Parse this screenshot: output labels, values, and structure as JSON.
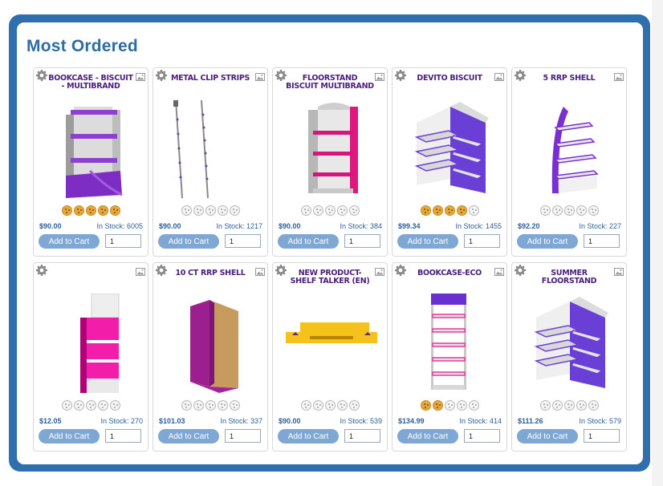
{
  "section": {
    "title": "Most Ordered"
  },
  "labels": {
    "add_to_cart": "Add to Cart",
    "in_stock_prefix": "In Stock: "
  },
  "products": [
    {
      "title": "Bookcase - Biscuit - Multibrand",
      "price": "$90.00",
      "stock": "In Stock: 6005",
      "qty": "1",
      "rating": 5,
      "art": "bookcase-purple"
    },
    {
      "title": "Metal Clip Strips",
      "price": "$90.00",
      "stock": "In Stock: 1217",
      "qty": "1",
      "rating": 0,
      "art": "clip-strips"
    },
    {
      "title": "Floorstand Biscuit Multibrand",
      "price": "$90.00",
      "stock": "In Stock: 384",
      "qty": "1",
      "rating": 0,
      "art": "floorstand-pink"
    },
    {
      "title": "Devito Biscuit",
      "price": "$99.34",
      "stock": "In Stock: 1455",
      "qty": "1",
      "rating": 4,
      "art": "gondola-purple"
    },
    {
      "title": "5 RRP Shell",
      "price": "$92.20",
      "stock": "In Stock: 227",
      "qty": "1",
      "rating": 0,
      "art": "rrp-shell"
    },
    {
      "title": "",
      "price": "$12.05",
      "stock": "In Stock: 270",
      "qty": "1",
      "rating": 0,
      "art": "pink-tower"
    },
    {
      "title": "10 CT RRP Shell",
      "price": "$101.03",
      "stock": "In Stock: 337",
      "qty": "1",
      "rating": 0,
      "art": "rrp-box"
    },
    {
      "title": "New Product- Shelf Talker (EN)",
      "price": "$90.00",
      "stock": "In Stock: 539",
      "qty": "1",
      "rating": 0,
      "art": "shelf-talker"
    },
    {
      "title": "Bookcase-Eco",
      "price": "$134.99",
      "stock": "In Stock: 414",
      "qty": "1",
      "rating": 2,
      "art": "bookcase-eco"
    },
    {
      "title": "Summer Floorstand",
      "price": "$111.26",
      "stock": "In Stock: 579",
      "qty": "1",
      "rating": 0,
      "art": "gondola-purple"
    }
  ],
  "colors": {
    "frame": "#2f6fae",
    "title": "#2e6ca6",
    "button": "#7ea7d4",
    "product_title": "#4b1d7a"
  },
  "icons": {
    "settings": "gear-icon",
    "image": "image-icon",
    "rating": "cookie-rating-icon"
  }
}
